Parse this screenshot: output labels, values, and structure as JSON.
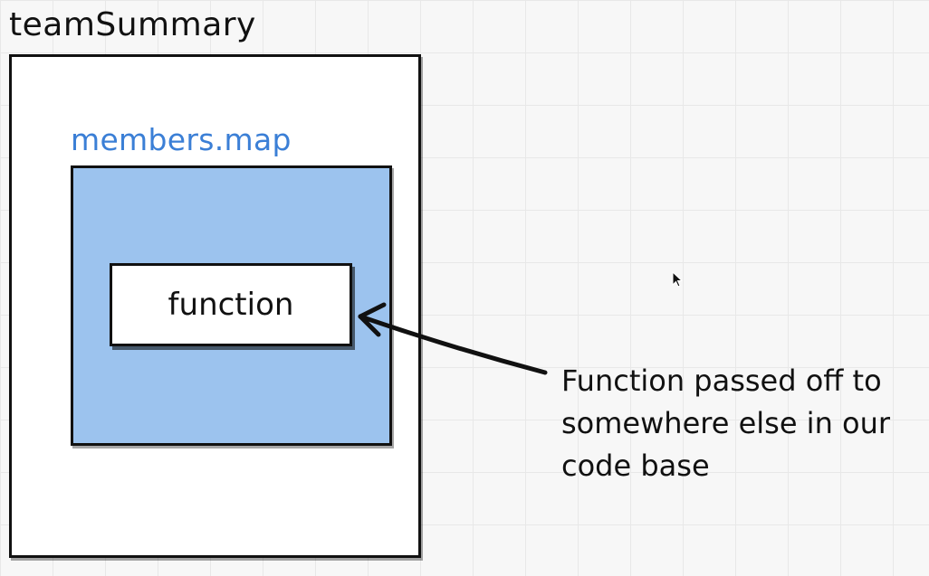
{
  "diagram": {
    "outer_title": "teamSummary",
    "map_title": "members.map",
    "function_label": "function",
    "annotation_lines": [
      "Function passed off to",
      "somewhere else in our",
      "code base"
    ],
    "colors": {
      "map_fill": "#9cc3ee",
      "map_title": "#3b7fd6",
      "outline": "#111111"
    },
    "icons": {
      "arrow": "arrow-left-icon",
      "cursor": "mouse-cursor-icon"
    }
  }
}
